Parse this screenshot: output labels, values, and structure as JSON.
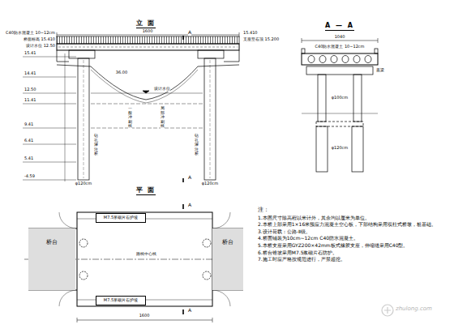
{
  "diagram": {
    "nodes": [
      {
        "text": [
          "桥台"
        ]
      },
      {
        "text": [
          "桥台"
        ]
      },
      {
        "text": [
          "M7.5浆砌片石护坡"
        ]
      },
      {
        "text": [
          "M7.5浆砌片石护坡"
        ]
      }
    ],
    "labels": [
      "立 面",
      "A — A",
      "平 面",
      "A",
      "A",
      "1600",
      "C40防水混凝土 10~12cm",
      "桥面标高 15.410",
      "设计水位 12.50",
      "15.410",
      "支座垫石顶 15.200",
      "15.41",
      "14.41",
      "12.50",
      "11.41",
      "9.41",
      "6.41",
      "5.41",
      "-4.59",
      "36.00",
      "设计水位",
      "一般冲刷线",
      "局部冲刷线",
      "钻孔灌注桩",
      "钻孔灌注桩",
      "φ120cm",
      "φ120cm",
      "1040",
      "C40防水混凝土 10~12cm",
      "盖梁",
      "φ100cm",
      "φ120cm",
      "路线中心线",
      "1600",
      "A",
      "A",
      "注：",
      "1.本图尺寸除高程以米计外，其余均以厘米为单位。",
      "2.本桥上部采用1×16米预应力混凝土空心板，下部结构采用双柱式桥墩，桩基础。",
      "3.设计荷载：公路-Ⅱ级。",
      "4.桥面铺装为10cm~12cm C40防水混凝土。",
      "5.本桥支座采用GYZ200×42mm板式橡胶支座，伸缩缝采用C40型。",
      "6.桥台锥坡采用M7.5浆砌片石防护。",
      "7.施工时应严格按规范进行，严禁超挖。",
      "zhulong.com"
    ]
  }
}
